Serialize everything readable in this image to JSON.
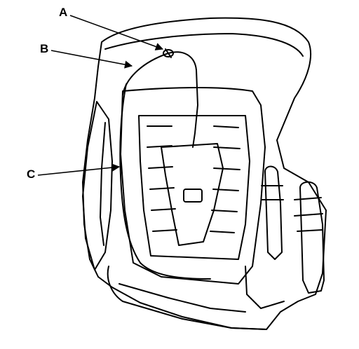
{
  "callouts": {
    "a": "A",
    "b": "B",
    "c": "C"
  },
  "colors": {
    "line": "#000000",
    "background": "#ffffff",
    "shade": "#d9d9d9"
  }
}
